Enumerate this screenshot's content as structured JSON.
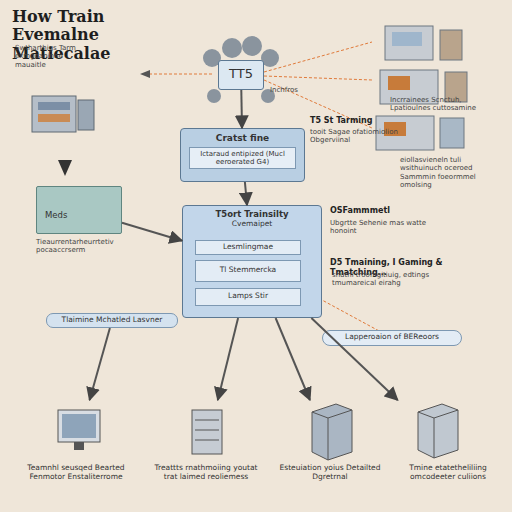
{
  "diagram": {
    "title": "How Train Evemalne Matiecalae",
    "nodes": [
      {
        "text": [
          "TT5"
        ]
      },
      {
        "text": [
          "Cratst fine",
          "Ictaraud entipized (Mucl eeroerated G4)"
        ]
      },
      {
        "text": [
          "T5ort Trainsilty",
          "Cvemaipet"
        ]
      },
      {
        "text": [
          "Lesmlingmae"
        ],
        "in": 2
      },
      {
        "text": [
          "Tl Stemmercka"
        ],
        "in": 2
      },
      {
        "text": [
          "Lamps Stir"
        ],
        "in": 2
      },
      {
        "text": [
          "Meds"
        ]
      },
      {
        "text": [
          "Tlaimine Mchatled Lasvner"
        ]
      },
      {
        "text": [
          "Lapperoaion of BEReoors"
        ]
      },
      {
        "text": [
          "Teamnhl seusqed Bearted Fenmotor Enstaliterrome"
        ]
      },
      {
        "text": [
          "Treattts rnathmoiing youtat trat laimed reoliemess"
        ]
      },
      {
        "text": [
          "Esteuiation yoius Detailted Dgretrnal"
        ]
      },
      {
        "text": [
          "Tmine etatetheliliing omcodeeter culiions"
        ]
      }
    ],
    "edges": [
      {
        "from": 0,
        "to": 1,
        "arrow": "to"
      },
      {
        "from": 1,
        "to": 2,
        "arrow": "to"
      },
      {
        "from": 6,
        "to": 2,
        "arrow": "to"
      },
      {
        "from": 7,
        "to": 9,
        "arrow": "to"
      },
      {
        "from": 2,
        "to": 10,
        "arrow": "to"
      },
      {
        "from": 2,
        "to": 11,
        "arrow": "to"
      },
      {
        "from": 2,
        "to": 12,
        "arrow": "to"
      }
    ],
    "labels": [
      "Swtharthigs Tarm exmgoaninne mauaitle",
      "Tieaurrentarheurrtetiv pocaaccrserm",
      "Inchfros",
      "Incrrainees Scnctuh, Lpatioulnes cuttosamine",
      "T5 St Tarming",
      "tooit Sagae ofatiomiolion Obgerviinal",
      "OSFammmetl",
      "Ubgrtte Sehenie mas watte honoint",
      "D5 Tmaining, I Gaming & Tmatching...",
      "snuthl troomgitiuig, edtings tmumareical eirahg",
      "eiollasvieneln tuli wsithuinuch oceroed Sammmin foeormmel omolsing"
    ]
  }
}
